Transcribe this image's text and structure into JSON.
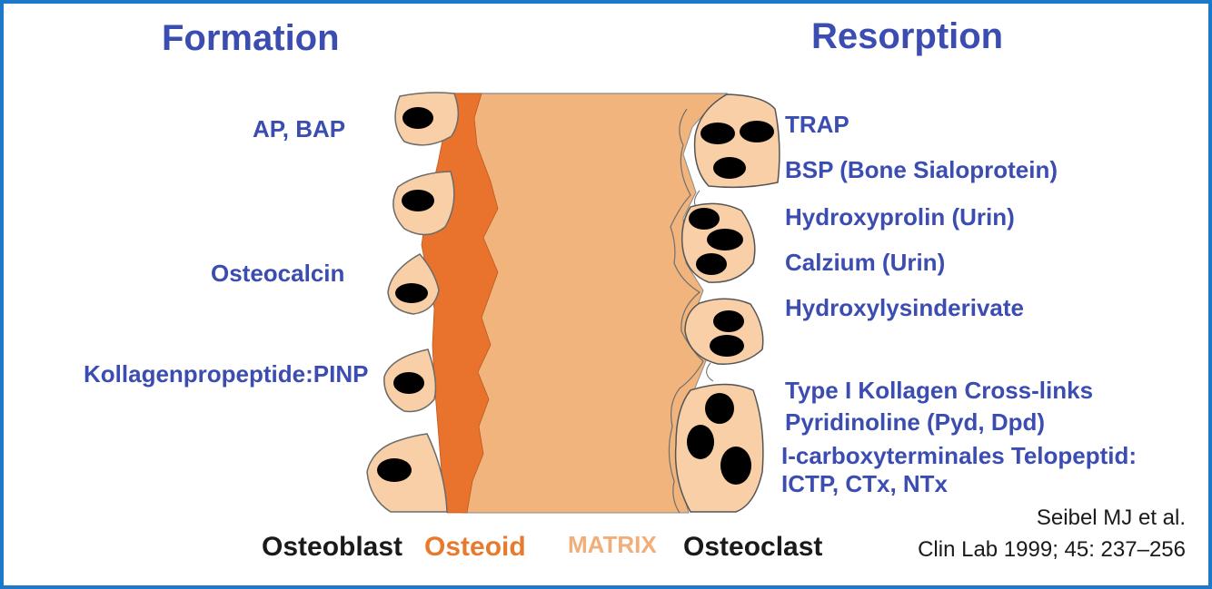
{
  "titles": {
    "formation": "Formation",
    "resorption": "Resorption"
  },
  "formation_markers": [
    "AP, BAP",
    "Osteocalcin",
    "Kollagenpropeptide:PINP"
  ],
  "resorption_markers": [
    "TRAP",
    "BSP (Bone Sialoprotein)",
    "Hydroxyprolin (Urin)",
    "Calzium (Urin)",
    "Hydroxylysinderivate",
    "Type I Kollagen Cross-links",
    "Pyridinoline (Pyd, Dpd)",
    "I-carboxyterminales Telopeptid:",
    "ICTP, CTx, NTx"
  ],
  "legend": {
    "osteoblast": "Osteoblast",
    "osteoid": "Osteoid",
    "matrix": "MATRIX",
    "osteoclast": "Osteoclast"
  },
  "citation": {
    "authors": "Seibel MJ et al.",
    "reference": "Clin Lab 1999; 45: 237–256"
  },
  "colors": {
    "label_blue": "#3b4db1",
    "frame_blue": "#1c78c8",
    "osteoid": "#e9722c",
    "matrix": "#f1b47d",
    "cell": "#f8cfa7",
    "nucleus": "#000000",
    "legend_dark": "#1a1a1a",
    "osteoid_text": "#e87a2e",
    "matrix_text": "#f2ae78"
  }
}
